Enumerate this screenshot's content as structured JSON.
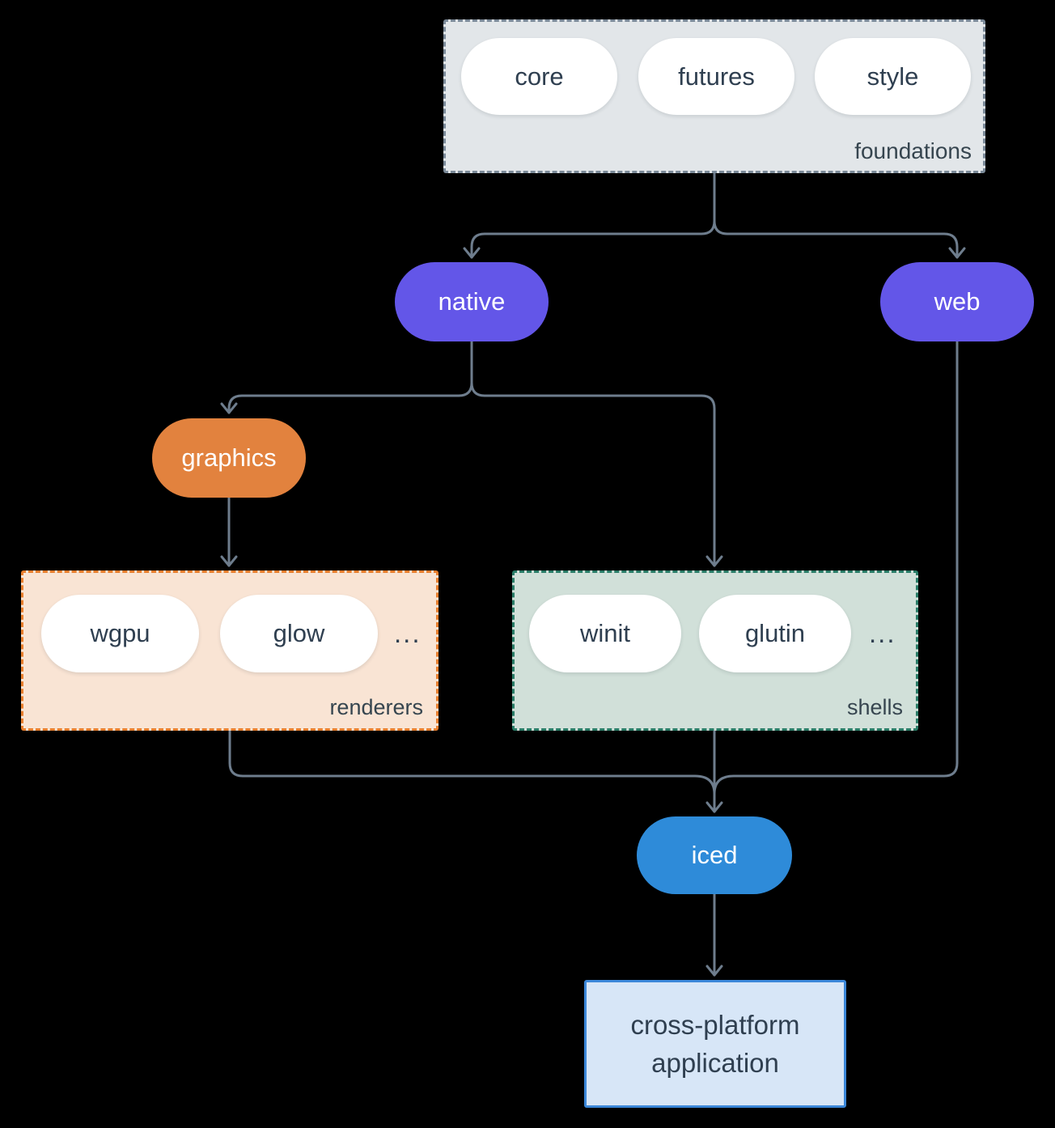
{
  "diagram": {
    "background": "#000000",
    "connector_color": "#6e7d8d",
    "groups": {
      "foundations": {
        "label": "foundations",
        "items": [
          "core",
          "futures",
          "style"
        ],
        "fill": "#e2e6e9",
        "border_color": "#7b8a99"
      },
      "renderers": {
        "label": "renderers",
        "items": [
          "wgpu",
          "glow"
        ],
        "more": "...",
        "fill": "#f9e4d4",
        "border_color": "#e87f2e"
      },
      "shells": {
        "label": "shells",
        "items": [
          "winit",
          "glutin"
        ],
        "more": "...",
        "fill": "#d1e0d9",
        "border_color": "#2a7d68"
      }
    },
    "nodes": {
      "native": {
        "label": "native",
        "fill": "#6356e8",
        "text_color": "#ffffff"
      },
      "web": {
        "label": "web",
        "fill": "#6356e8",
        "text_color": "#ffffff"
      },
      "graphics": {
        "label": "graphics",
        "fill": "#e2823e",
        "text_color": "#ffffff"
      },
      "iced": {
        "label": "iced",
        "fill": "#2e8bd9",
        "text_color": "#ffffff"
      },
      "application": {
        "line1": "cross-platform",
        "line2": "application",
        "fill": "#d7e6f7",
        "border_color": "#3b87d9",
        "text_color": "#2f3f50"
      }
    },
    "edges": [
      {
        "from": "foundations",
        "to": "native"
      },
      {
        "from": "foundations",
        "to": "web"
      },
      {
        "from": "native",
        "to": "graphics"
      },
      {
        "from": "native",
        "to": "shells"
      },
      {
        "from": "graphics",
        "to": "renderers"
      },
      {
        "from": "renderers",
        "to": "iced"
      },
      {
        "from": "shells",
        "to": "iced"
      },
      {
        "from": "web",
        "to": "iced"
      },
      {
        "from": "iced",
        "to": "application"
      }
    ]
  }
}
